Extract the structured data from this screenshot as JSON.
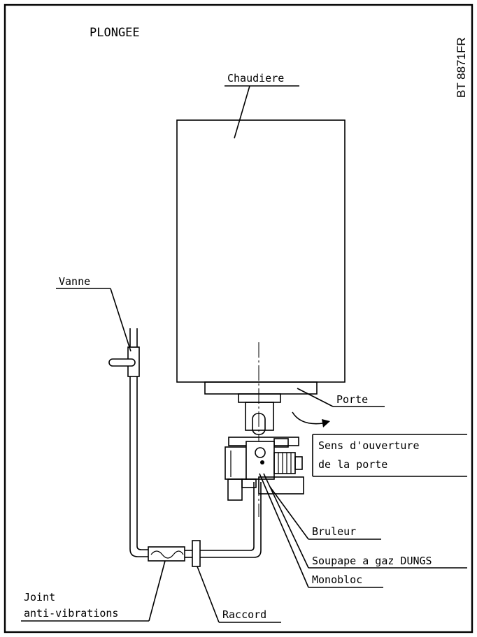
{
  "title": "PLONGEE",
  "reference_code": "BT 8871FR",
  "labels": {
    "chaudiere": "Chaudiere",
    "vanne": "Vanne",
    "porte": "Porte",
    "sens_line1": "Sens d'ouverture",
    "sens_line2": "de la porte",
    "bruleur": "Bruleur",
    "soupape": "Soupape a gaz DUNGS",
    "monobloc": "Monobloc",
    "joint_line1": "Joint",
    "joint_line2": "anti-vibrations",
    "raccord": "Raccord"
  }
}
